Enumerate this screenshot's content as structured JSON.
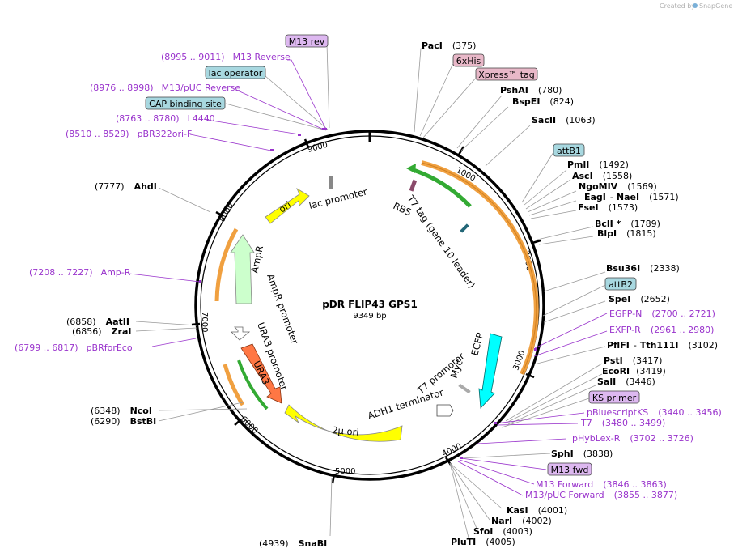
{
  "credit": {
    "prefix": "Created by",
    "brand": "SnapGene"
  },
  "plasmid": {
    "name": "pDR FLIP43 GPS1",
    "size": "9349 bp"
  },
  "ticks": [
    "1000",
    "2000",
    "3000",
    "4000",
    "5000",
    "6000",
    "7000",
    "8000",
    "9000"
  ],
  "enzymes": {
    "PacI": {
      "name": "PacI",
      "pos": "(375)"
    },
    "PshAI": {
      "name": "PshAI",
      "pos": "(780)"
    },
    "BspEI": {
      "name": "BspEI",
      "pos": "(824)"
    },
    "SacII": {
      "name": "SacII",
      "pos": "(1063)"
    },
    "PmlI": {
      "name": "PmlI",
      "pos": "(1492)"
    },
    "AscI": {
      "name": "AscI",
      "pos": "(1558)"
    },
    "NgoMIV": {
      "name": "NgoMIV",
      "pos": "(1569)"
    },
    "EagI": {
      "name": "EagI",
      "sep": "-",
      "name2": "NaeI",
      "pos": "(1571)"
    },
    "FseI": {
      "name": "FseI",
      "pos": "(1573)"
    },
    "BclI": {
      "name": "BclI *",
      "pos": "(1789)"
    },
    "BlpI": {
      "name": "BlpI",
      "pos": "(1815)"
    },
    "Bsu36I": {
      "name": "Bsu36I",
      "pos": "(2338)"
    },
    "SpeI": {
      "name": "SpeI",
      "pos": "(2652)"
    },
    "PflFI": {
      "name": "PflFI",
      "sep": "-",
      "name2": "Tth111I",
      "pos": "(3102)"
    },
    "PstI": {
      "name": "PstI",
      "pos": "(3417)"
    },
    "EcoRI": {
      "name": "EcoRI",
      "pos": "(3419)"
    },
    "SalI": {
      "name": "SalI",
      "pos": "(3446)"
    },
    "SphI": {
      "name": "SphI",
      "pos": "(3838)"
    },
    "KasI": {
      "name": "KasI",
      "pos": "(4001)"
    },
    "NarI": {
      "name": "NarI",
      "pos": "(4002)"
    },
    "SfoI": {
      "name": "SfoI",
      "pos": "(4003)"
    },
    "PluTI": {
      "name": "PluTI",
      "pos": "(4005)"
    },
    "SnaBI": {
      "name": "SnaBI",
      "pos": "(4939)"
    },
    "BstBI": {
      "name": "BstBI",
      "pos": "(6290)"
    },
    "NcoI": {
      "name": "NcoI",
      "pos": "(6348)"
    },
    "ZraI": {
      "name": "ZraI",
      "pos": "(6856)"
    },
    "AatII": {
      "name": "AatII",
      "pos": "(6858)"
    },
    "AhdI": {
      "name": "AhdI",
      "pos": "(7777)"
    }
  },
  "primers": {
    "m13rev_range": "(8995 .. 9011)",
    "m13rev_name": "M13 Reverse",
    "m13puc_range": "(8976 .. 8998)",
    "m13puc_name": "M13/pUC Reverse",
    "l4440_range": "(8763 .. 8780)",
    "l4440_name": "L4440",
    "pbr_range": "(8510 .. 8529)",
    "pbr_name": "pBR322ori-F",
    "ampr_range": "(7208 .. 7227)",
    "ampr_name": "Amp-R",
    "pbrforeco_range": "(6799 .. 6817)",
    "pbrforeco_name": "pBRforEco",
    "egfpn_name": "EGFP-N",
    "egfpn_range": "(2700 .. 2721)",
    "exfpr_name": "EXFP-R",
    "exfpr_range": "(2961 .. 2980)",
    "pbks_name": "pBluescriptKS",
    "pbks_range": "(3440 .. 3456)",
    "t7_name": "T7",
    "t7_range": "(3480 .. 3499)",
    "phyb_name": "pHybLex-R",
    "phyb_range": "(3702 .. 3726)",
    "m13f_name": "M13 Forward",
    "m13f_range": "(3846 .. 3863)",
    "m13pf_name": "M13/pUC Forward",
    "m13pf_range": "(3855 .. 3877)"
  },
  "boxes": {
    "m13rev": "M13 rev",
    "lacop": "lac operator",
    "cap": "CAP binding site",
    "sixhis": "6xHis",
    "xpress": "Xpress™ tag",
    "attb1": "attB1",
    "attb2": "attB2",
    "ksprimer": "KS primer",
    "m13fwd": "M13 fwd"
  },
  "features": {
    "ori": "ori",
    "lacpromoter": "lac promoter",
    "rbs": "RBS",
    "t7tag": "T7 tag (gene 10 leader)",
    "ampr": "AmpR",
    "amprpromoter": "AmpR promoter",
    "ura3promoter": "URA3 promoter",
    "ura3": "URA3",
    "twomu": "2μ ori",
    "adh1": "ADH1 terminator",
    "t7promoter": "T7 promoter",
    "myc": "Myc",
    "ecfp": "ECFP"
  },
  "colors": {
    "ori": "#ffff00",
    "ampr": "#ccffcc",
    "ura3": "#ff7744",
    "twomu": "#ffff00",
    "ecfp": "#00ffff",
    "t7tag_green": "#33aa33",
    "orange_arc": "#f0a040",
    "purple": "#9933cc",
    "box_pink": "#e8b8c8",
    "box_blue": "#a8d8e0",
    "box_violet": "#ddb8f0"
  }
}
